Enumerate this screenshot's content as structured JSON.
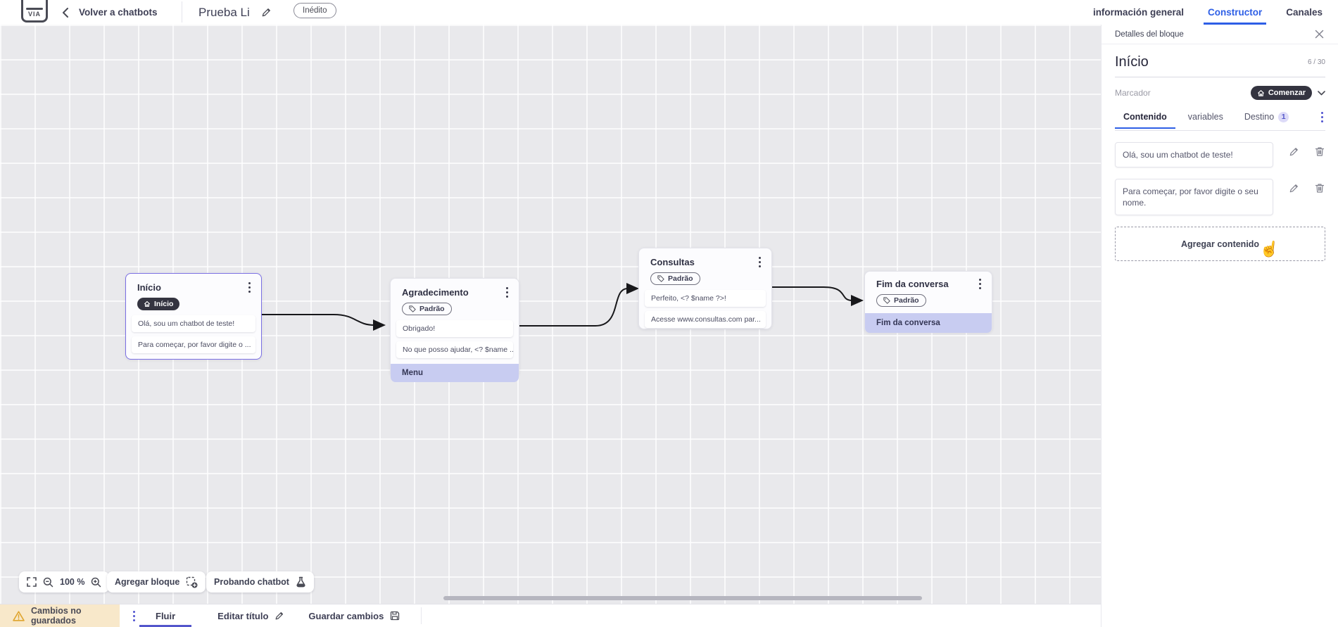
{
  "header": {
    "back_label": "Volver a chatbots",
    "title": "Prueba Li",
    "status_badge": "Inédito",
    "tabs": [
      {
        "label": "información general",
        "active": false
      },
      {
        "label": "Constructor",
        "active": true
      },
      {
        "label": "Canales",
        "active": false
      }
    ]
  },
  "canvas": {
    "blocks": [
      {
        "title": "Início",
        "badge": "Início",
        "rows": [
          {
            "text": "Olá, sou um chatbot de teste!"
          },
          {
            "text": "Para começar, por favor digite o ..."
          }
        ]
      },
      {
        "title": "Agradecimento",
        "badge": "Padrão",
        "rows": [
          {
            "text": "Obrigado!"
          },
          {
            "text": "No que posso ajudar, <? $name ..."
          },
          {
            "text": "Menu"
          }
        ]
      },
      {
        "title": "Consultas",
        "badge": "Padrão",
        "rows": [
          {
            "text": "Perfeito, <? $name ?>!"
          },
          {
            "text": "Acesse www.consultas.com par..."
          }
        ]
      },
      {
        "title": "Fim da conversa",
        "badge": "Padrão",
        "rows": [
          {
            "text": "Fim da conversa"
          }
        ]
      }
    ],
    "toolbar": {
      "zoom_level": "100 %",
      "add_block_label": "Agregar bloque",
      "test_chatbot_label": "Probando chatbot"
    }
  },
  "details_panel": {
    "title": "Detalles del bloque",
    "block_name": "Início",
    "char_counter": "6 / 30",
    "marker_label": "Marcador",
    "marker_value": "Comenzar",
    "tabs": [
      {
        "label": "Contenido",
        "active": true
      },
      {
        "label": "variables",
        "active": false
      },
      {
        "label": "Destino",
        "badge": "1",
        "active": false
      }
    ],
    "contents": [
      "Olá, sou um chatbot de teste!",
      "Para começar, por favor digite o seu nome."
    ],
    "add_content_label": "Agregar contenido"
  },
  "footer": {
    "unsaved_label": "Cambios no guardados",
    "flow_tab_label": "Fluir",
    "edit_title_label": "Editar título",
    "save_label": "Guardar cambios"
  },
  "icons": {
    "marker_icon": "home-icon",
    "default_badge_icon": "tag-icon",
    "cursor_glyph": "☝"
  },
  "colors": {
    "accent_blue": "#2e5fe6",
    "accent_purple": "#5356cc",
    "selected_border": "#7a6fe3",
    "highlight_row": "#c8ccf1",
    "dark_pill": "#343440",
    "warning_bg": "#f8e8ca",
    "canvas_bg": "#e9e9ec"
  }
}
